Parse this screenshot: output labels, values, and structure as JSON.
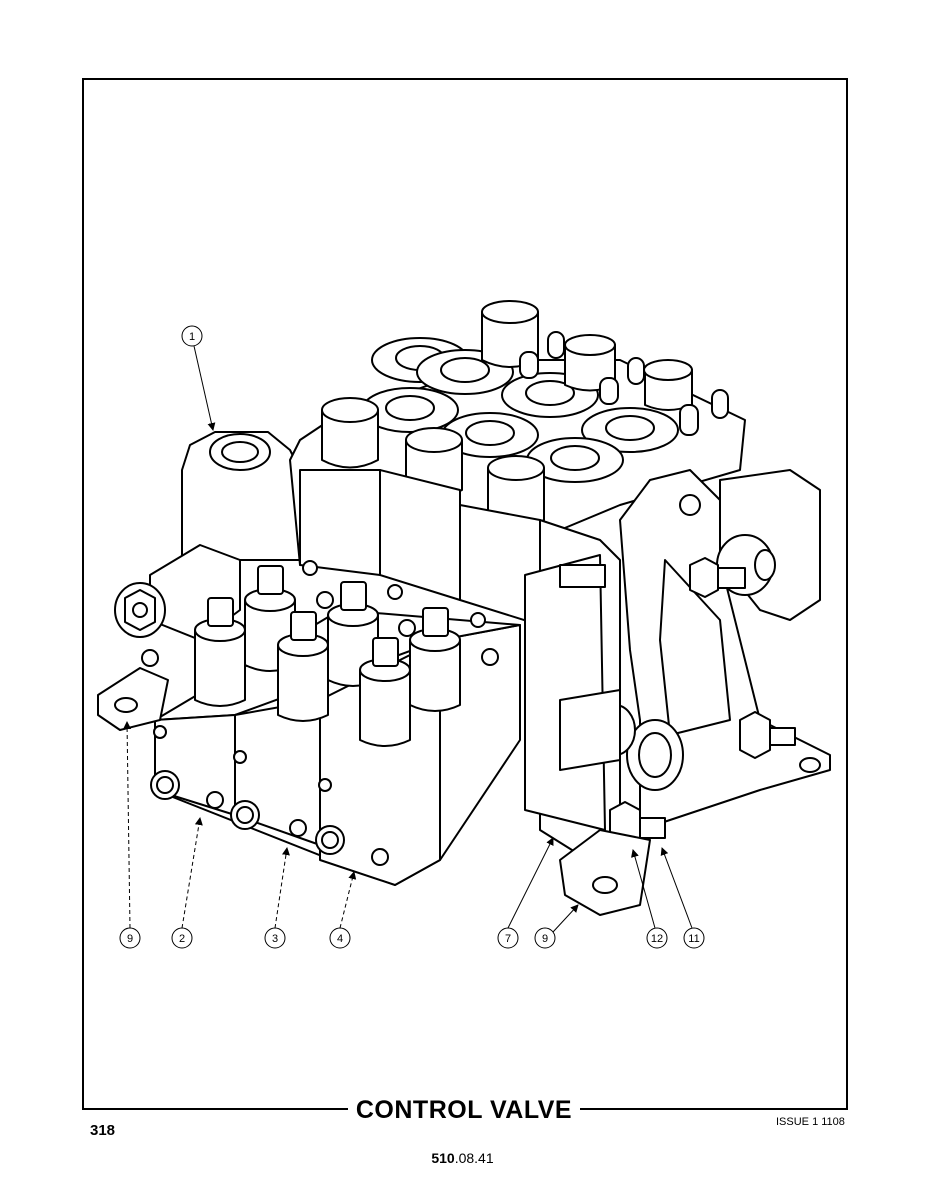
{
  "title": "CONTROL VALVE",
  "page_number": "318",
  "issue": "ISSUE 1 1108",
  "reference": {
    "bold": "510",
    "rest": ".08.41"
  },
  "callouts": [
    {
      "id": "c-1",
      "label": "1"
    },
    {
      "id": "c-9a",
      "label": "9"
    },
    {
      "id": "c-2",
      "label": "2"
    },
    {
      "id": "c-3",
      "label": "3"
    },
    {
      "id": "c-4",
      "label": "4"
    },
    {
      "id": "c-7",
      "label": "7"
    },
    {
      "id": "c-9b",
      "label": "9"
    },
    {
      "id": "c-12",
      "label": "12"
    },
    {
      "id": "c-11",
      "label": "11"
    }
  ]
}
